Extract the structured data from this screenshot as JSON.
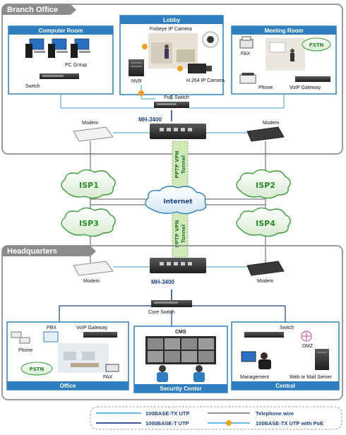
{
  "zones": {
    "branch_office": "Branch Office",
    "headquarters": "Headquarters"
  },
  "branch": {
    "computer_room": {
      "title": "Computer Room",
      "pc_group": "PC Group",
      "switch": "Switch"
    },
    "lobby": {
      "title": "Lobby",
      "fisheye": "Fisheye IP Camera",
      "nvr": "NVR",
      "h264": "H.264 IP Camera"
    },
    "meeting_room": {
      "title": "Meeting Room",
      "fax": "FAX",
      "pstn": "PSTN",
      "phone": "Phone",
      "voip": "VoIP Gateway"
    },
    "poe_switch": "PoE Switch",
    "device": "MH-3400",
    "modem_left": "Modem",
    "modem_right": "Modem"
  },
  "cloud": {
    "isp1": "ISP1",
    "isp2": "ISP2",
    "isp3": "ISP3",
    "isp4": "ISP4",
    "internet": "Internet",
    "vpn_top_1": "PPTP VPN",
    "vpn_top_2": "Tunnel",
    "vpn_bottom_1": "PPTP VPN",
    "vpn_bottom_2": "Tunnel"
  },
  "hq": {
    "device": "MH-3400",
    "modem_left": "Modem",
    "modem_right": "Modem",
    "core_switch": "Core Switch",
    "office": {
      "title": "Office",
      "pbx": "PBX",
      "voip": "VoIP Gateway",
      "phone": "Phone",
      "pstn": "PSTN",
      "fax": "FAX"
    },
    "security": {
      "title": "Security Center",
      "cms": "CMS"
    },
    "central": {
      "title": "Central",
      "switch": "Switch",
      "dmz": "DMZ",
      "management": "Management",
      "server": "Web or Mail Server"
    }
  },
  "legend": {
    "utp100": "100BASE-TX UTP",
    "telephone": "Telephone wire",
    "utp1000": "1000BASE-T UTP",
    "utp_poe": "100BASE-TX UTP with PoE"
  },
  "colors": {
    "zone_border": "#9a9a9a",
    "zone_title_bg": "#8c8c8c",
    "box_border": "#2f7fc0",
    "box_title_bg": "#2f7fc0",
    "line_100": "#3aa0db",
    "line_1000": "#1b3f8a",
    "line_tel": "#555555",
    "poe_dot": "#f0a020",
    "isp_green": "#3a9a3a",
    "vpn_green": "#cfe9b8"
  }
}
